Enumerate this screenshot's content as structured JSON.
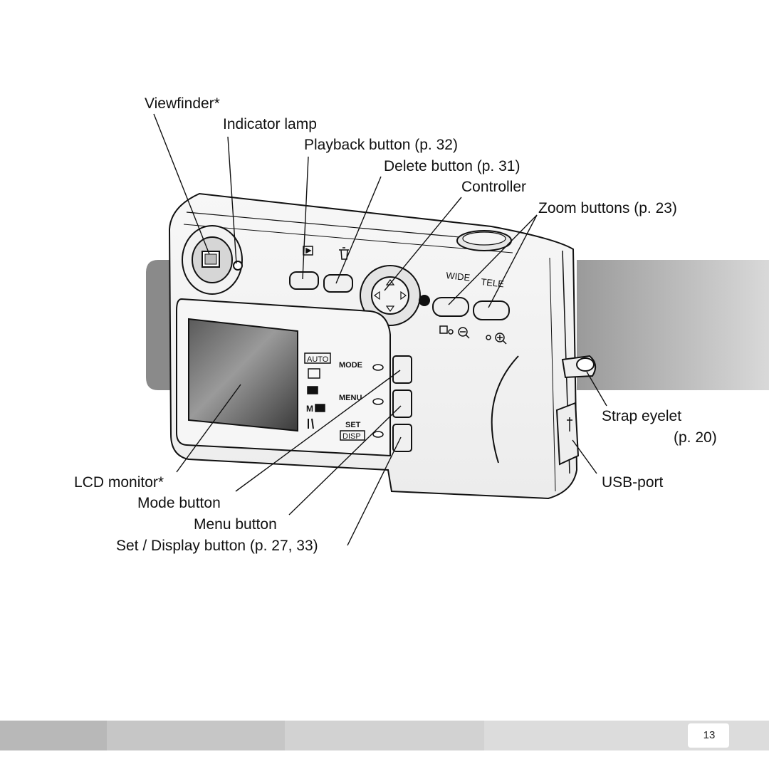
{
  "labels": {
    "viewfinder": "Viewfinder*",
    "indicator_lamp": "Indicator lamp",
    "playback_button": "Playback button (p. 32)",
    "delete_button": "Delete button (p. 31)",
    "controller": "Controller",
    "zoom_buttons": "Zoom buttons (p. 23)",
    "strap_eyelet": "Strap eyelet",
    "strap_eyelet_page": "(p. 20)",
    "usb_port": "USB-port",
    "lcd_monitor": "LCD monitor*",
    "mode_button": "Mode button",
    "menu_button": "Menu button",
    "set_display_button": "Set / Display button (p. 27, 33)"
  },
  "camera_text": {
    "wide": "WIDE",
    "tele": "TELE",
    "auto": "AUTO",
    "mode": "MODE",
    "menu": "MENU",
    "set": "SET",
    "disp": "DISP",
    "m_label": "M"
  },
  "page_number": "13",
  "colors": {
    "band_gray": "#8c8c8c",
    "footer_gray": "#c8c8c8",
    "outline": "#111111"
  }
}
